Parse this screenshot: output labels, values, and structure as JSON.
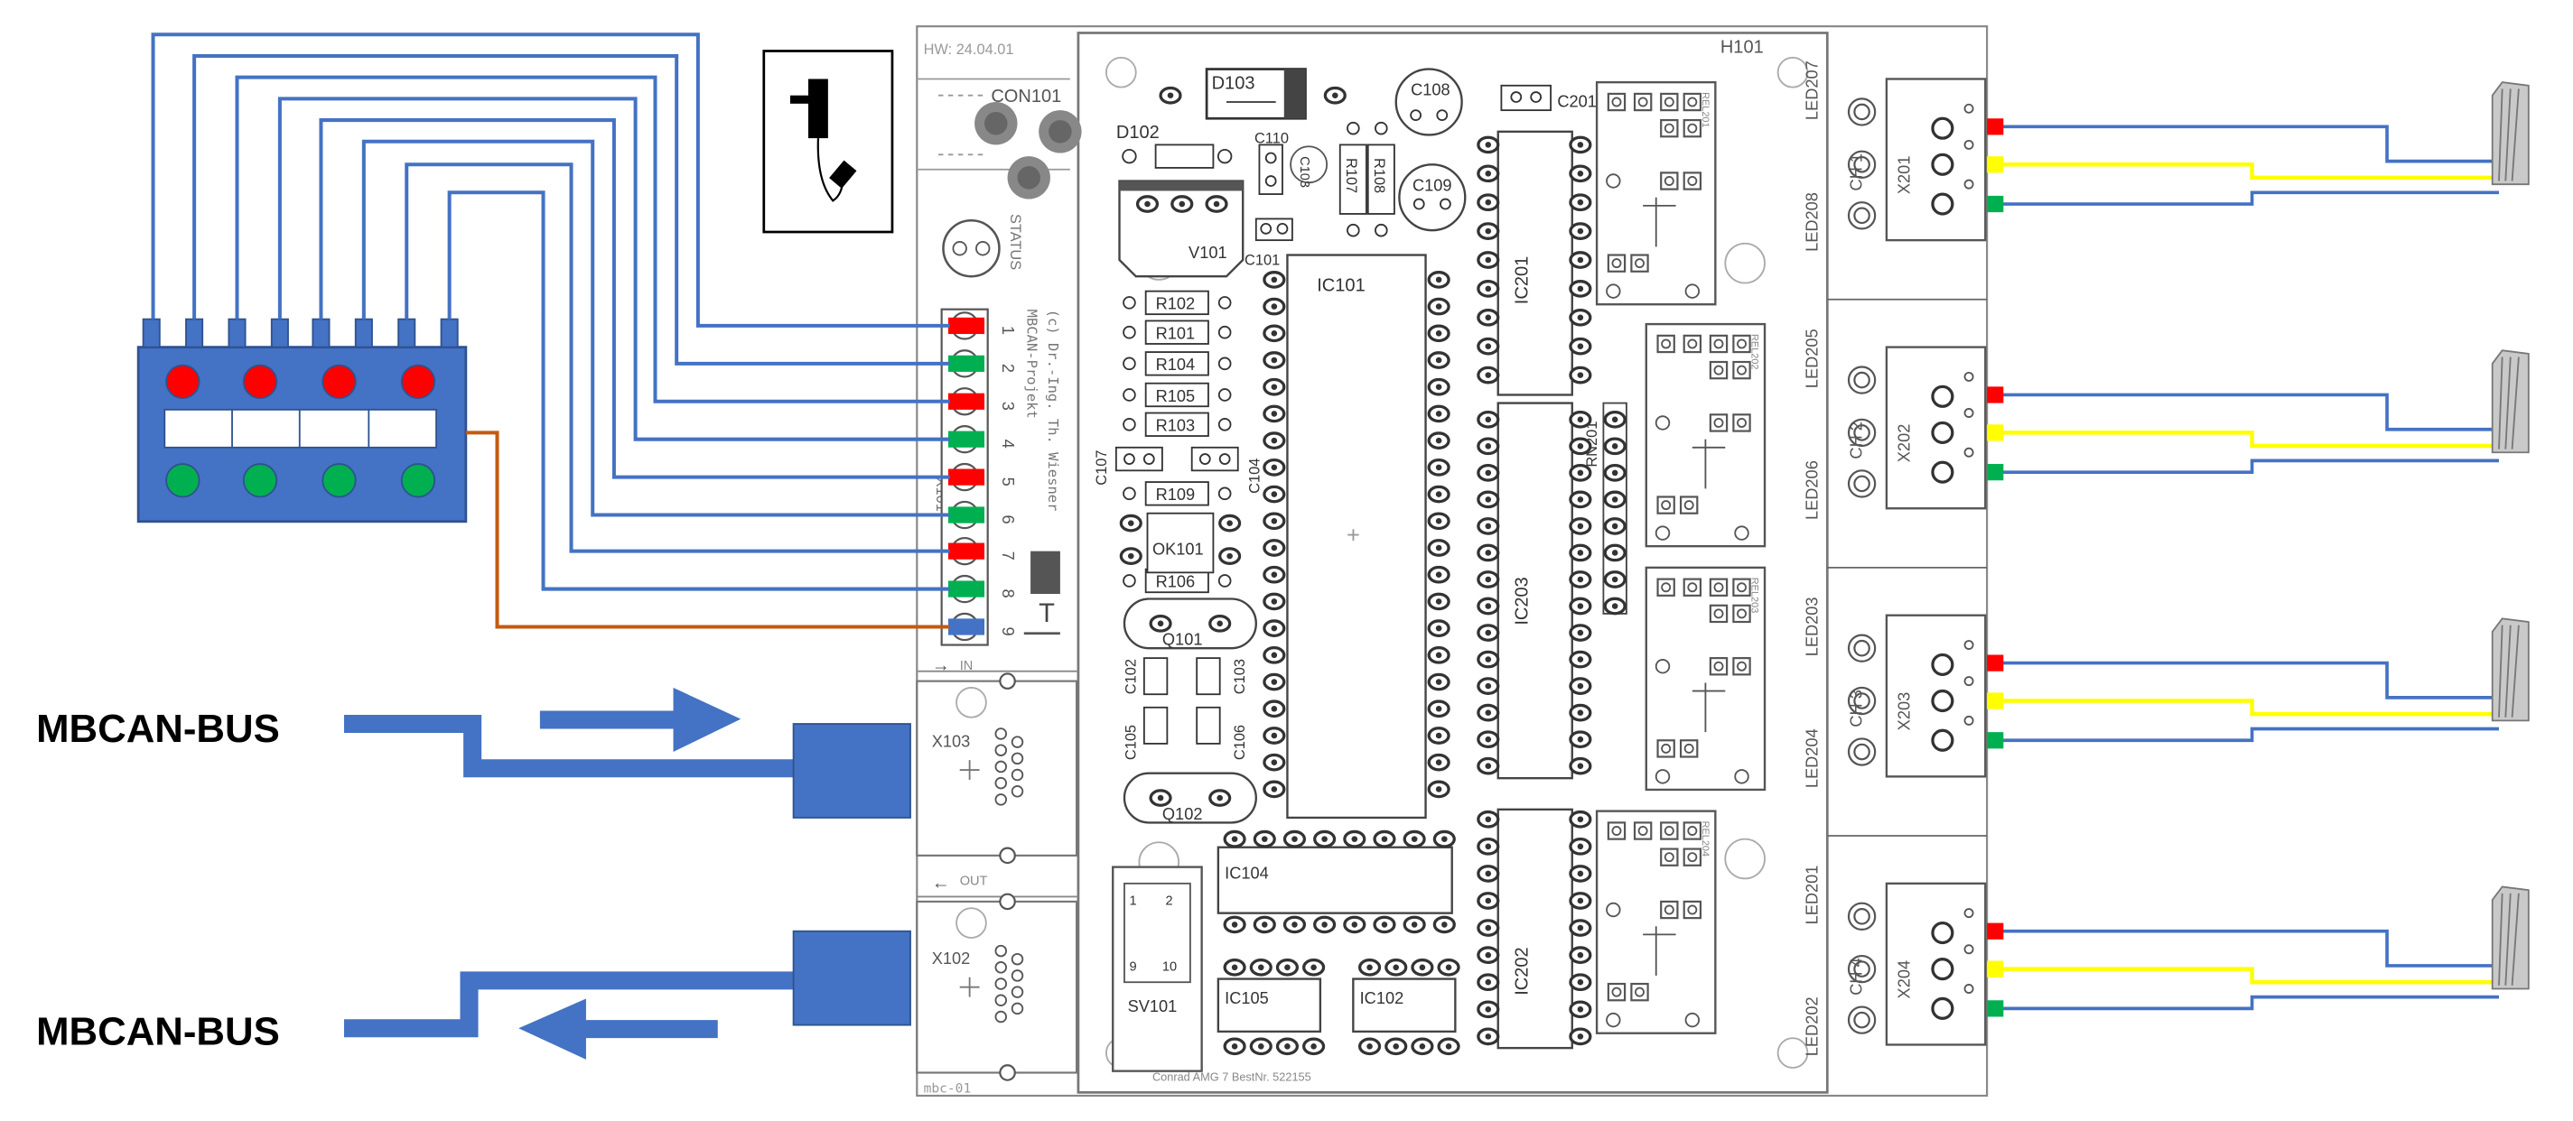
{
  "labels": {
    "bus_top": "MBCAN-BUS",
    "bus_bottom": "MBCAN-BUS"
  },
  "board": {
    "hw": "HW: 24.04.01",
    "h101": "H101",
    "con101": "CON101",
    "status": "STATUS",
    "credit1": "MBCAN-Projekt",
    "credit2": "(c) Dr.-Ing. Th. Wiesner",
    "x101": "X101",
    "in": "IN",
    "out": "OUT",
    "x103": "X103",
    "x102": "X102",
    "mbc": "mbc-01",
    "conrad": "Conrad AMG 7 BestNr. 522155",
    "d103": "D103",
    "d102": "D102",
    "c108": "C108",
    "c109": "C109",
    "c110": "C110",
    "c101": "C101",
    "c103a": "C103",
    "v101": "V101",
    "r107": "R107",
    "r108": "R108",
    "c201": "C201",
    "ic101": "IC101",
    "ic201": "IC201",
    "ic203": "IC203",
    "ic202": "IC202",
    "ic104": "IC104",
    "ic105": "IC105",
    "ic102": "IC102",
    "rn201": "RN201",
    "r102": "R102",
    "r101": "R101",
    "r104": "R104",
    "r105": "R105",
    "r103": "R103",
    "r109": "R109",
    "r106": "R106",
    "ok101": "OK101",
    "q101": "Q101",
    "q102": "Q102",
    "c107": "C107",
    "c104": "C104",
    "c102": "C102",
    "c103": "C103",
    "c105": "C105",
    "c106": "C106",
    "sv101": "SV101",
    "sv_pins": [
      "1",
      "2",
      "9",
      "10"
    ],
    "rel201": "REL201",
    "rel202": "REL202",
    "rel203": "REL203",
    "rel204": "REL204",
    "pins": [
      "1",
      "2",
      "3",
      "4",
      "5",
      "6",
      "7",
      "8",
      "9"
    ]
  },
  "channels": [
    {
      "ch": "CH 1",
      "x": "X201",
      "led_a": "LED207",
      "led_b": "LED208"
    },
    {
      "ch": "CH 2",
      "x": "X202",
      "led_a": "LED205",
      "led_b": "LED206"
    },
    {
      "ch": "CH 3",
      "x": "X203",
      "led_a": "LED203",
      "led_b": "LED204"
    },
    {
      "ch": "CH 4",
      "x": "X204",
      "led_a": "LED201",
      "led_b": "LED202"
    }
  ],
  "colors": {
    "wire_blue": "#4472c4",
    "wire_orange": "#c55a11",
    "wire_yellow": "#ffff00",
    "led_red": "#ff0000",
    "led_green": "#00b050",
    "panel_blue": "#4472c4",
    "board_line": "#555555",
    "bus_blue": "#4472c4"
  }
}
